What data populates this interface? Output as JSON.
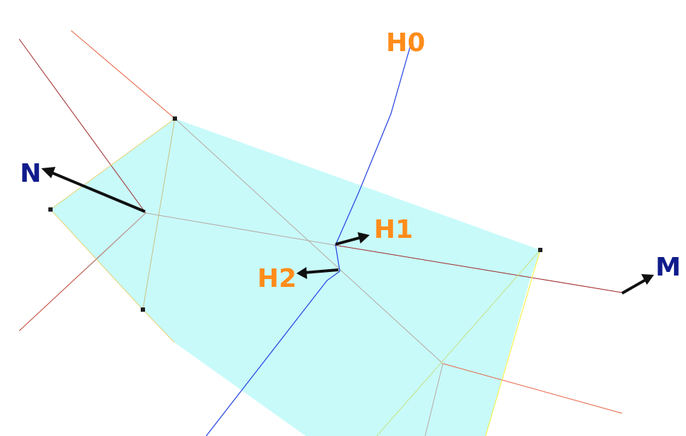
{
  "labels": {
    "h0": "H0",
    "h1": "H1",
    "h2": "H2",
    "n": "N",
    "m": "M"
  },
  "colors": {
    "region_fill": "#c8fafa",
    "hull_edge": "#e8d070",
    "hull_edge_bright": "#f0f030",
    "interior_edge": "#b8a8a0",
    "outer_ray": "#e86040",
    "dark_ray": "#a02828",
    "blue_path": "#2040e0",
    "arrow": "#101010",
    "label_orange": "#ff8c1a",
    "label_navy": "#101c8c",
    "vertex": "#202020"
  }
}
